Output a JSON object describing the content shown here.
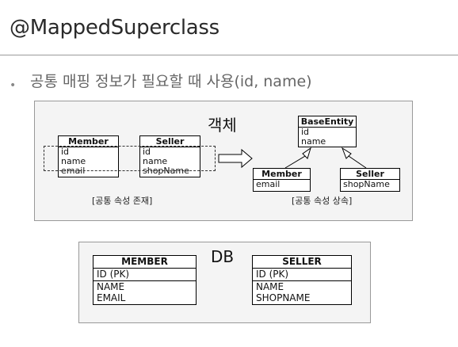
{
  "title": "@MappedSuperclass",
  "bullet": "공통 매핑 정보가 필요할 때 사용(id, name)",
  "object_panel": {
    "label": "객체",
    "before_caption": "[공통 속성 존재]",
    "after_caption": "[공통 속성 상속]",
    "member": {
      "name": "Member",
      "fields": [
        "id",
        "name",
        "email"
      ]
    },
    "seller": {
      "name": "Seller",
      "fields": [
        "id",
        "name",
        "shopName"
      ]
    },
    "base_entity": {
      "name": "BaseEntity",
      "fields": [
        "id",
        "name"
      ]
    },
    "member_child": {
      "name": "Member",
      "fields": [
        "email"
      ]
    },
    "seller_child": {
      "name": "Seller",
      "fields": [
        "shopName"
      ]
    }
  },
  "db_panel": {
    "label": "DB",
    "member_table": {
      "name": "MEMBER",
      "pk": "ID (PK)",
      "columns": [
        "NAME",
        "EMAIL"
      ]
    },
    "seller_table": {
      "name": "SELLER",
      "pk": "ID (PK)",
      "columns": [
        "NAME",
        "SHOPNAME"
      ]
    }
  }
}
